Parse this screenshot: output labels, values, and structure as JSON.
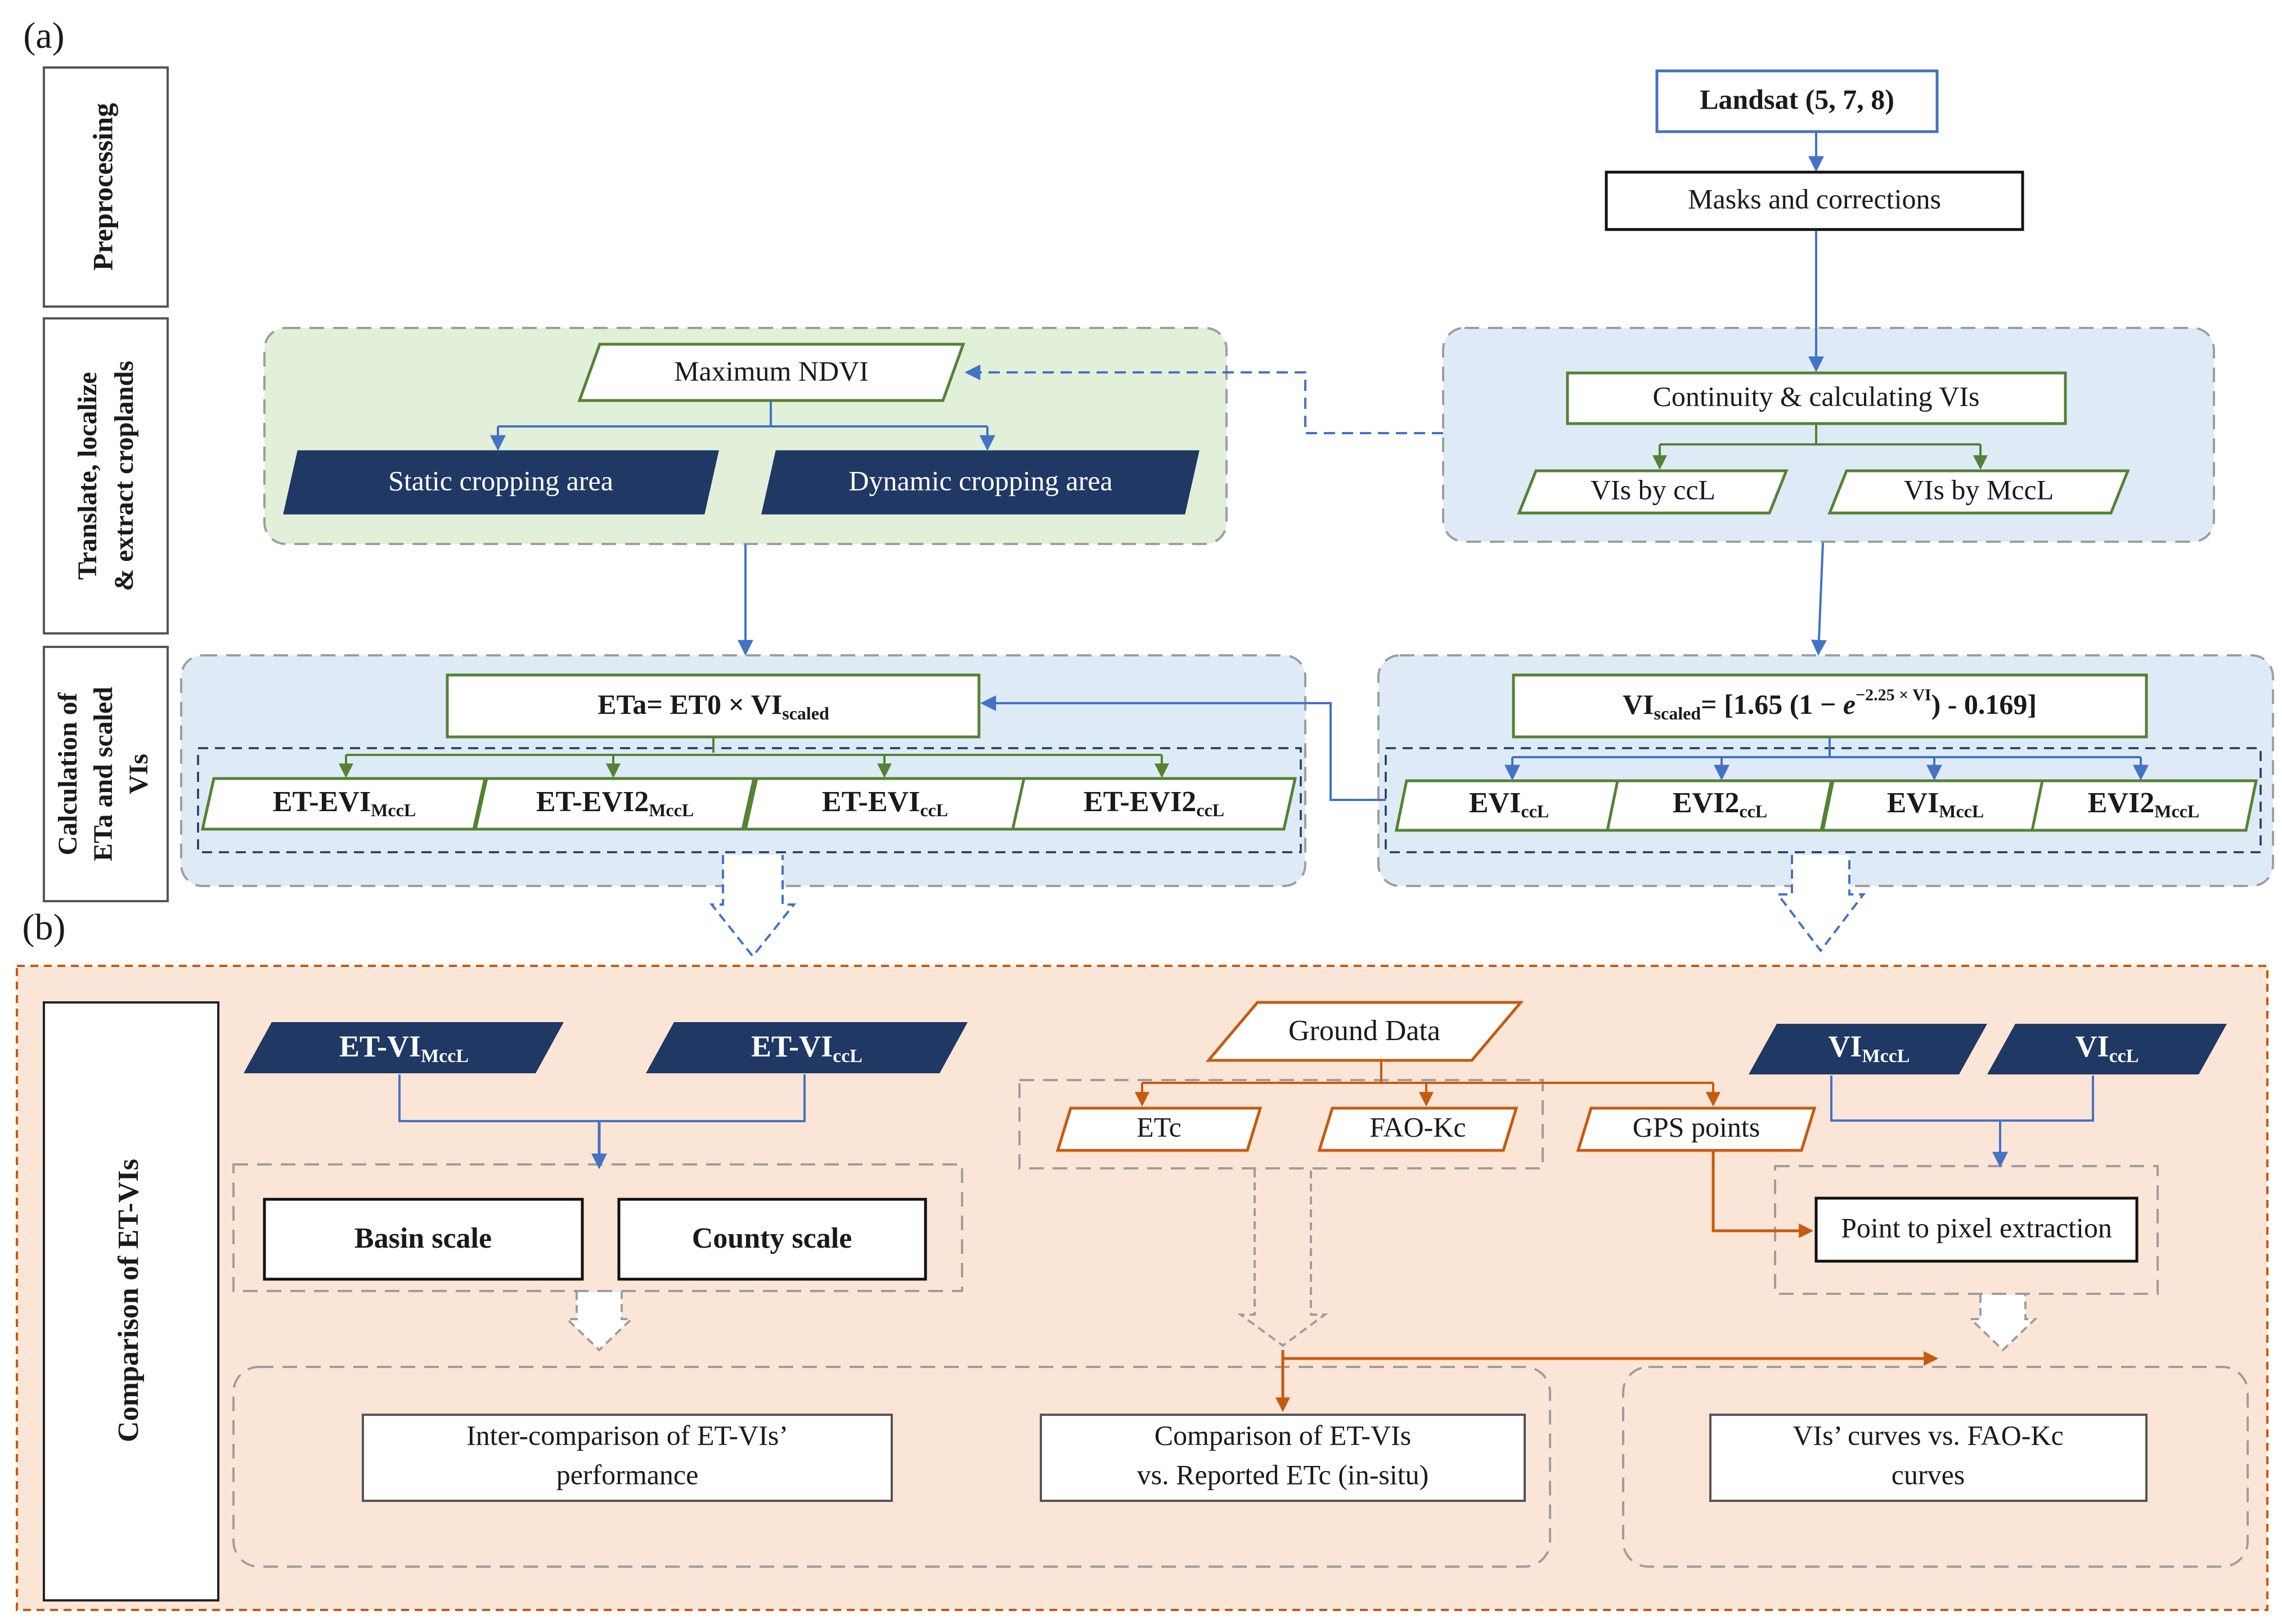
{
  "panel_labels": {
    "a": "(a)",
    "b": "(b)"
  },
  "stages": {
    "preprocessing": "Preprocessing",
    "translate_l1": "Translate, localize",
    "translate_l2": "& extract croplands",
    "calc_l1": "Calculation of",
    "calc_l2": "ETa and scaled",
    "calc_l3": "VIs",
    "comparison": "Comparison of ET-VIs"
  },
  "nodes": {
    "landsat": "Landsat (5, 7, 8)",
    "masks": "Masks and corrections",
    "continuity": "Continuity & calculating VIs",
    "vis_ccl": "VIs by ccL",
    "vis_mccl": "VIs by MccL",
    "max_ndvi": "Maximum NDVI",
    "static_area": "Static cropping area",
    "dynamic_area": "Dynamic cropping area",
    "eta_prefix": "ETa= ET0 × VI",
    "eta_sub": "scaled",
    "visc_base": "VI",
    "visc_sub": "scaled",
    "visc_mid": "= [1.65 (1 − ",
    "visc_e": "e",
    "visc_exp": "−2.25 × VI",
    "visc_end": ") - 0.169]",
    "et_evi_mccl": {
      "base": "ET-EVI",
      "sub": "MccL"
    },
    "et_evi2_mccl": {
      "base": "ET-EVI2",
      "sub": "MccL"
    },
    "et_evi_ccl": {
      "base": "ET-EVI",
      "sub": "ccL"
    },
    "et_evi2_ccl": {
      "base": "ET-EVI2",
      "sub": "ccL"
    },
    "evi_ccl": {
      "base": "EVI",
      "sub": "ccL"
    },
    "evi2_ccl": {
      "base": "EVI2",
      "sub": "ccL"
    },
    "evi_mccl": {
      "base": "EVI",
      "sub": "MccL"
    },
    "evi2_mccl": {
      "base": "EVI2",
      "sub": "MccL"
    },
    "b_et_vi_mccl": {
      "base": "ET-VI",
      "sub": "MccL"
    },
    "b_et_vi_ccl": {
      "base": "ET-VI",
      "sub": "ccL"
    },
    "ground_data": "Ground Data",
    "etc": "ETc",
    "fao_kc": "FAO-Kc",
    "gps": "GPS points",
    "b_vi_mccl": {
      "base": "VI",
      "sub": "MccL"
    },
    "b_vi_ccl": {
      "base": "VI",
      "sub": "ccL"
    },
    "basin": "Basin scale",
    "county": "County scale",
    "point_pixel": "Point to pixel extraction",
    "inter_l1": "Inter-comparison of ET-VIs’",
    "inter_l2": "performance",
    "comp_l1": "Comparison of ET-VIs",
    "comp_l2": "vs. Reported ETc (in-situ)",
    "curves_l1": "VIs’ curves  vs. FAO-Kc",
    "curves_l2": "curves"
  },
  "colors": {
    "blue": "#4472c4",
    "green": "#548235",
    "orange": "#c55a11",
    "navy": "#1f3864",
    "grey_dash": "#9e9e9e",
    "light_green": "#e2efd9",
    "light_blue": "#deebf7",
    "peach": "#fbe5d6"
  }
}
